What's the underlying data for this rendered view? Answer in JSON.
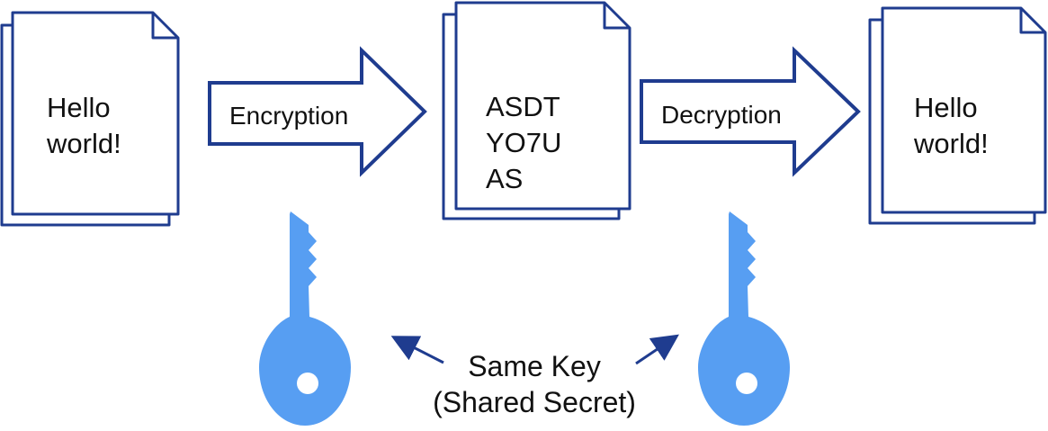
{
  "colors": {
    "outline": "#1f3c8f",
    "key": "#579ef2",
    "pointer": "#1f3c8f",
    "text": "#111111",
    "background": "#ffffff"
  },
  "documents": {
    "plaintext": {
      "lines": [
        "Hello",
        "world!"
      ],
      "icon": "document-stack-icon"
    },
    "ciphertext": {
      "lines": [
        "ASDT",
        "YO7U",
        "AS"
      ],
      "icon": "document-stack-icon"
    },
    "decrypted": {
      "lines": [
        "Hello",
        "world!"
      ],
      "icon": "document-stack-icon"
    }
  },
  "arrows": {
    "encrypt": {
      "label": "Encryption",
      "icon": "right-arrow-icon"
    },
    "decrypt": {
      "label": "Decryption",
      "icon": "right-arrow-icon"
    }
  },
  "keys": {
    "left": {
      "icon": "key-icon"
    },
    "right": {
      "icon": "key-icon"
    }
  },
  "caption": {
    "line1": "Same Key",
    "line2": "(Shared Secret)"
  }
}
